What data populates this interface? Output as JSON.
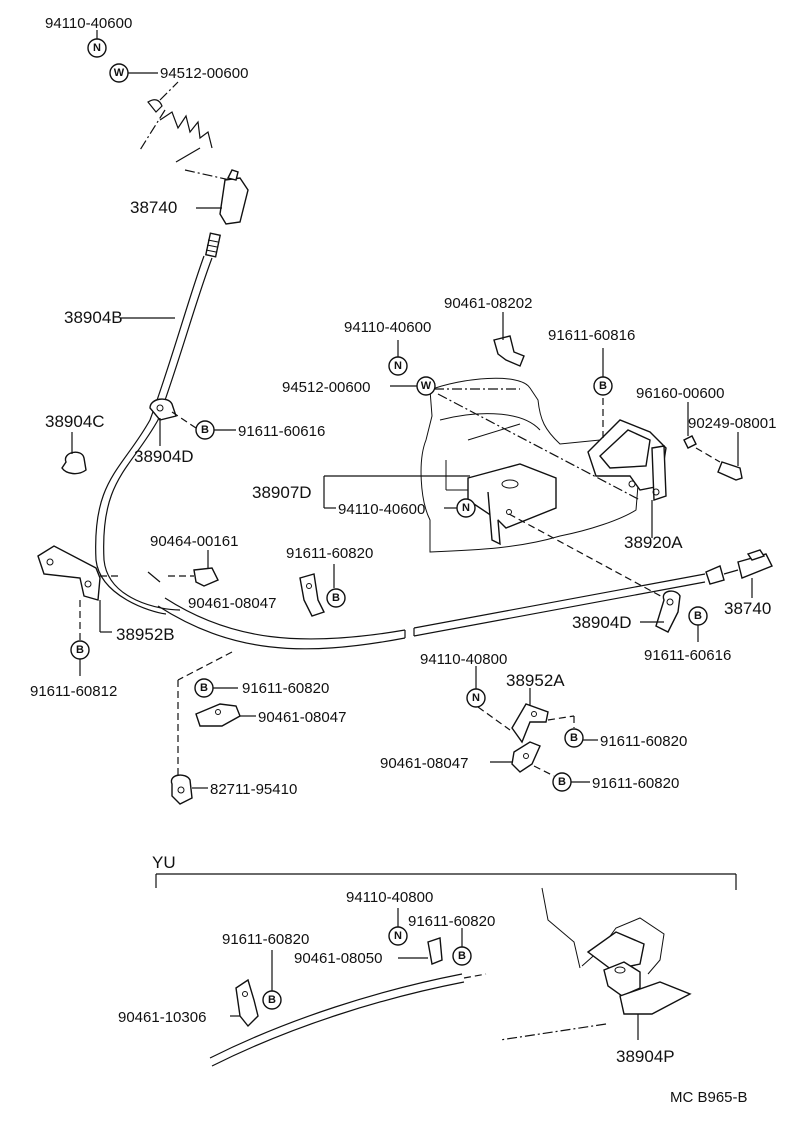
{
  "symbols": {
    "nut": "N",
    "washer": "W",
    "bolt": "B"
  },
  "labels": {
    "p94110_40600_top": "94110-40600",
    "p94512_00600_top": "94512-00600",
    "p38740_top": "38740",
    "p38904B": "38904B",
    "p38904C": "38904C",
    "p91611_60616_left": "91611-60616",
    "p38904D_left": "38904D",
    "p90461_08202": "90461-08202",
    "p94110_40600_mid": "94110-40600",
    "p91611_60816": "91611-60816",
    "p94512_00600_mid": "94512-00600",
    "p96160_00600": "96160-00600",
    "p90249_08001": "90249-08001",
    "p38907D": "38907D",
    "p94110_40600_low": "94110-40600",
    "p38920A": "38920A",
    "p90464_00161": "90464-00161",
    "p91611_60820_a": "91611-60820",
    "p90461_08047_a": "90461-08047",
    "p38952B": "38952B",
    "p38740_right": "38740",
    "p38904D_right": "38904D",
    "p91611_60616_right": "91611-60616",
    "p91611_60812": "91611-60812",
    "p91611_60820_b": "91611-60820",
    "p90461_08047_b": "90461-08047",
    "p94110_40800_a": "94110-40800",
    "p38952A": "38952A",
    "p91611_60820_c": "91611-60820",
    "p90461_08047_c": "90461-08047",
    "p91611_60820_d": "91611-60820",
    "p82711_95410": "82711-95410",
    "yu": "YU",
    "p94110_40800_b": "94110-40800",
    "p91611_60820_e": "91611-60820",
    "p91611_60820_f": "91611-60820",
    "p90461_08050": "90461-08050",
    "p90461_10306": "90461-10306",
    "p38904P": "38904P",
    "code": "MC B965-B"
  }
}
